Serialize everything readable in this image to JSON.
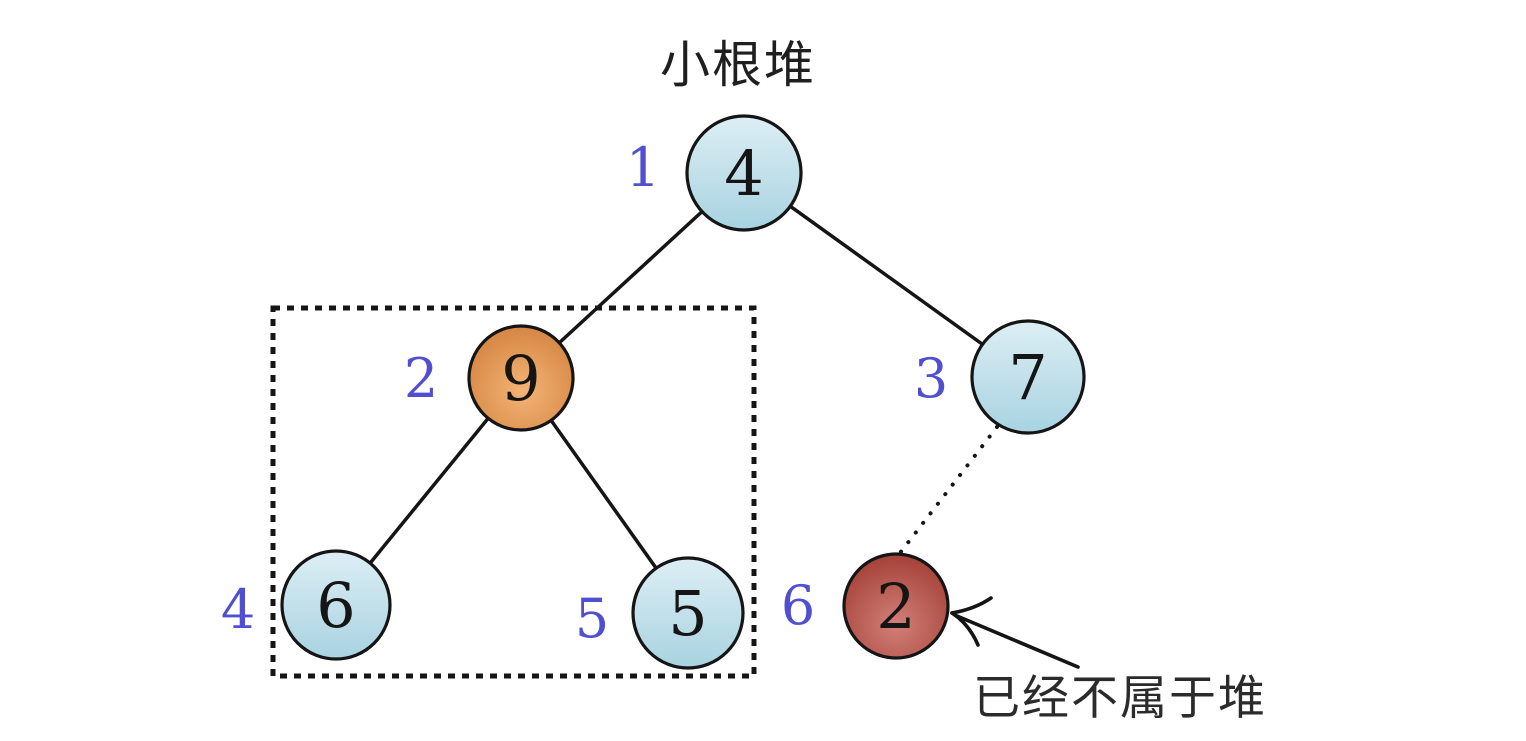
{
  "title": "小根堆",
  "colors": {
    "background": "#ffffff",
    "line": "#151515",
    "title": "#1f1f1f",
    "annotation": "#2b2b2b",
    "index": "#4f4fd0",
    "value": "#151515",
    "blue_top": "#ddeef4",
    "blue_bottom": "#a8d3e1",
    "orange_center": "#f4b476",
    "orange_edge": "#cd7a36",
    "red_center": "#d28078",
    "red_edge": "#9f3a31"
  },
  "nodes": [
    {
      "index": "1",
      "value": "4",
      "kind": "blue"
    },
    {
      "index": "2",
      "value": "9",
      "kind": "orange"
    },
    {
      "index": "3",
      "value": "7",
      "kind": "blue"
    },
    {
      "index": "4",
      "value": "6",
      "kind": "blue"
    },
    {
      "index": "5",
      "value": "5",
      "kind": "blue"
    },
    {
      "index": "6",
      "value": "2",
      "kind": "red"
    }
  ],
  "edges": {
    "solid": [
      [
        "1",
        "2"
      ],
      [
        "1",
        "3"
      ],
      [
        "2",
        "4"
      ],
      [
        "2",
        "5"
      ]
    ],
    "dotted": [
      [
        "3",
        "6"
      ]
    ]
  },
  "annotation": {
    "label": "已经不属于堆"
  }
}
